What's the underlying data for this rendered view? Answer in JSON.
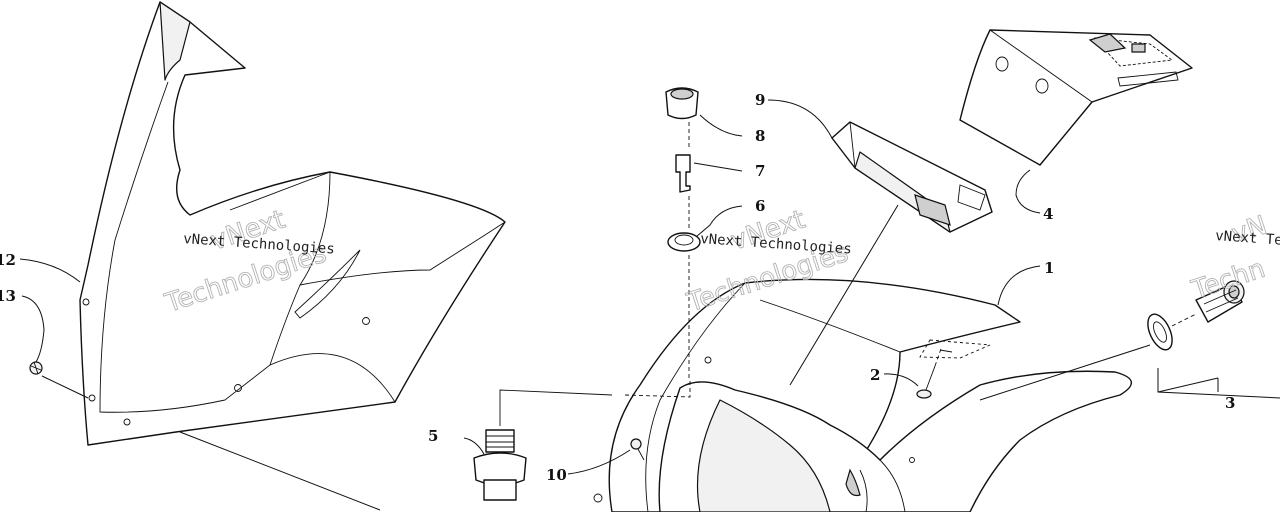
{
  "callouts": [
    {
      "id": "c1",
      "label": "1"
    },
    {
      "id": "c2",
      "label": "2"
    },
    {
      "id": "c3",
      "label": "3"
    },
    {
      "id": "c4",
      "label": "4"
    },
    {
      "id": "c5",
      "label": "5"
    },
    {
      "id": "c6",
      "label": "6"
    },
    {
      "id": "c7",
      "label": "7"
    },
    {
      "id": "c8",
      "label": "8"
    },
    {
      "id": "c9",
      "label": "9"
    },
    {
      "id": "c10",
      "label": "10"
    },
    {
      "id": "c12",
      "label": "12"
    },
    {
      "id": "c13",
      "label": "13"
    }
  ],
  "watermark": {
    "brand_line": "vNext Technologies",
    "big_top": "vNext",
    "big_bottom": "Technologies",
    "right_line": "vNext Te",
    "right_big_top": "vN",
    "right_big_bottom": "Techn"
  }
}
